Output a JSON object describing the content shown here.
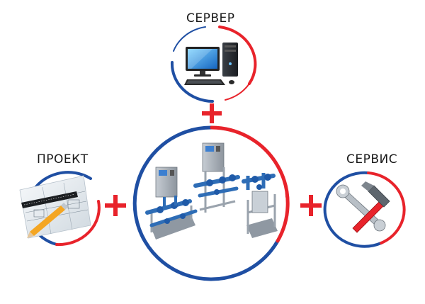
{
  "labels": {
    "server": "СЕРВЕР",
    "project": "ПРОЕКТ",
    "service": "СЕРВИС"
  },
  "colors": {
    "red": "#e8232b",
    "blue": "#1f4fa3",
    "equipment_blue": "#2e6db6",
    "frame_gray": "#9aa3ad"
  },
  "icons": {
    "server": "desktop-computer-icon",
    "project": "blueprint-pencil-icon",
    "service": "hammer-wrench-icon",
    "center": "industrial-equipment-icon",
    "connector": "plus-icon"
  }
}
